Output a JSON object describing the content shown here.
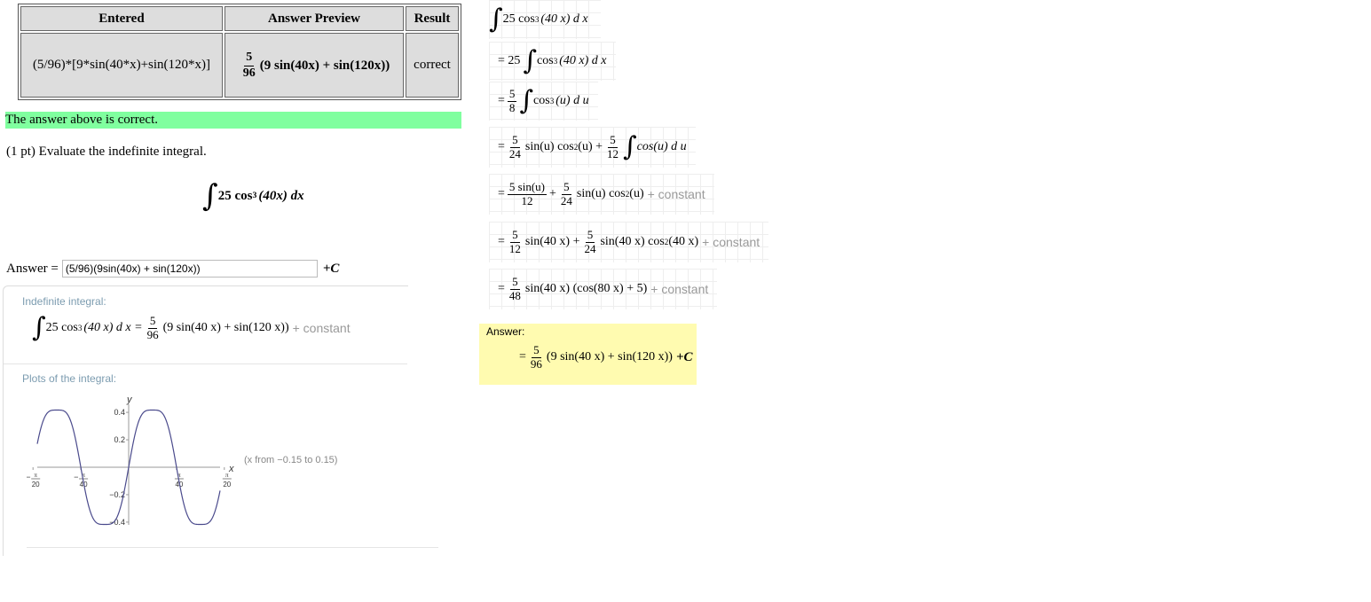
{
  "results_table": {
    "headers": {
      "entered": "Entered",
      "preview": "Answer Preview",
      "result": "Result"
    },
    "row": {
      "entered": "(5/96)*[9*sin(40*x)+sin(120*x)]",
      "preview_num": "5",
      "preview_den": "96",
      "preview_rest": "(9 sin(40x) + sin(120x))",
      "result": "correct"
    }
  },
  "status": {
    "message": "The answer above is correct.",
    "color": "#80ff9f"
  },
  "problem": {
    "text": "(1 pt) Evaluate the indefinite integral.",
    "integrand_coef": "25 cos",
    "integrand_power": "3",
    "integrand_arg": "(40x) dx"
  },
  "answer": {
    "label": "Answer =",
    "value": "(5/96)(9sin(40x) + sin(120x))",
    "suffix": "+C"
  },
  "wolfram": {
    "indefinite_label": "Indefinite integral:",
    "lhs_coef": "25 cos",
    "lhs_power": "3",
    "lhs_arg": "(40 x) d x =",
    "rhs_num": "5",
    "rhs_den": "96",
    "rhs_rest": "(9 sin(40 x) + sin(120 x))",
    "constant": "+ constant",
    "plots_label": "Plots of the integral:",
    "plot_range_note": "(x from −0.15 to 0.15)"
  },
  "chart_data": {
    "type": "line",
    "title": "",
    "xlabel": "x",
    "ylabel": "y",
    "xlim": [
      -0.15,
      0.15
    ],
    "ylim": [
      -0.42,
      0.42
    ],
    "x_ticks": [
      {
        "value": -0.157,
        "num": "π",
        "den": "20",
        "neg": true
      },
      {
        "value": -0.0785,
        "num": "π",
        "den": "40",
        "neg": true
      },
      {
        "value": 0.0785,
        "num": "π",
        "den": "40",
        "neg": false
      },
      {
        "value": 0.157,
        "num": "π",
        "den": "20",
        "neg": false
      }
    ],
    "y_ticks": [
      {
        "value": 0.4,
        "label": "0.4"
      },
      {
        "value": 0.2,
        "label": "0.2"
      },
      {
        "value": -0.2,
        "label": "−0.2"
      },
      {
        "value": -0.4,
        "label": "−0.4"
      }
    ],
    "function": "(5/96)*(9*sin(40x)+sin(120x))",
    "color": "#4a4a8c"
  },
  "steps": {
    "s1": {
      "coef": "25 cos",
      "power": "3",
      "arg": "(40 x) d x"
    },
    "s2": {
      "eq": "= 25",
      "coef": "cos",
      "power": "3",
      "arg": "(40 x) d x"
    },
    "s3": {
      "eq": "=",
      "num": "5",
      "den": "8",
      "coef": "cos",
      "power": "3",
      "arg": "(u) d u"
    },
    "s4": {
      "eq": "=",
      "num1": "5",
      "den1": "24",
      "t1": "sin(u) cos",
      "p1": "2",
      "t1b": "(u) +",
      "num2": "5",
      "den2": "12",
      "t2": "cos(u) d u"
    },
    "s5": {
      "eq": "=",
      "num1": "5 sin(u)",
      "den1": "12",
      "plus": "+",
      "num2": "5",
      "den2": "24",
      "t2": "sin(u) cos",
      "p2": "2",
      "t2b": "(u)",
      "constant": "+ constant"
    },
    "s6": {
      "eq": "=",
      "num1": "5",
      "den1": "12",
      "t1": "sin(40 x) +",
      "num2": "5",
      "den2": "24",
      "t2": "sin(40 x) cos",
      "p2": "2",
      "t2b": "(40 x)",
      "constant": "+ constant"
    },
    "s7": {
      "eq": "=",
      "num": "5",
      "den": "48",
      "t": "sin(40 x) (cos(80 x) + 5)",
      "constant": "+ constant"
    }
  },
  "final_answer": {
    "label": "Answer:",
    "eq": "=",
    "num": "5",
    "den": "96",
    "rest": "(9 sin(40 x) + sin(120 x))",
    "suffix": "+C",
    "bg": "#fffbb0"
  }
}
